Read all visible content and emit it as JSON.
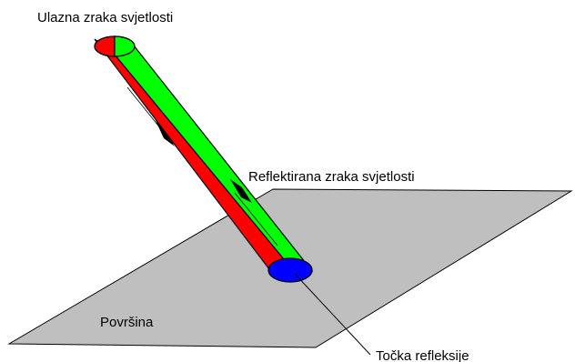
{
  "labels": {
    "incoming": "Ulazna zraka svjetlosti",
    "reflected": "Reflektirana zraka svjetlosti",
    "surface": "Površina",
    "point": "Točka refleksije"
  },
  "colors": {
    "surface": "#bfbfbf",
    "incoming_ray": "#ff0000",
    "reflected_ray": "#00ff00",
    "reflection_point": "#0000ff",
    "outline": "#000000"
  }
}
